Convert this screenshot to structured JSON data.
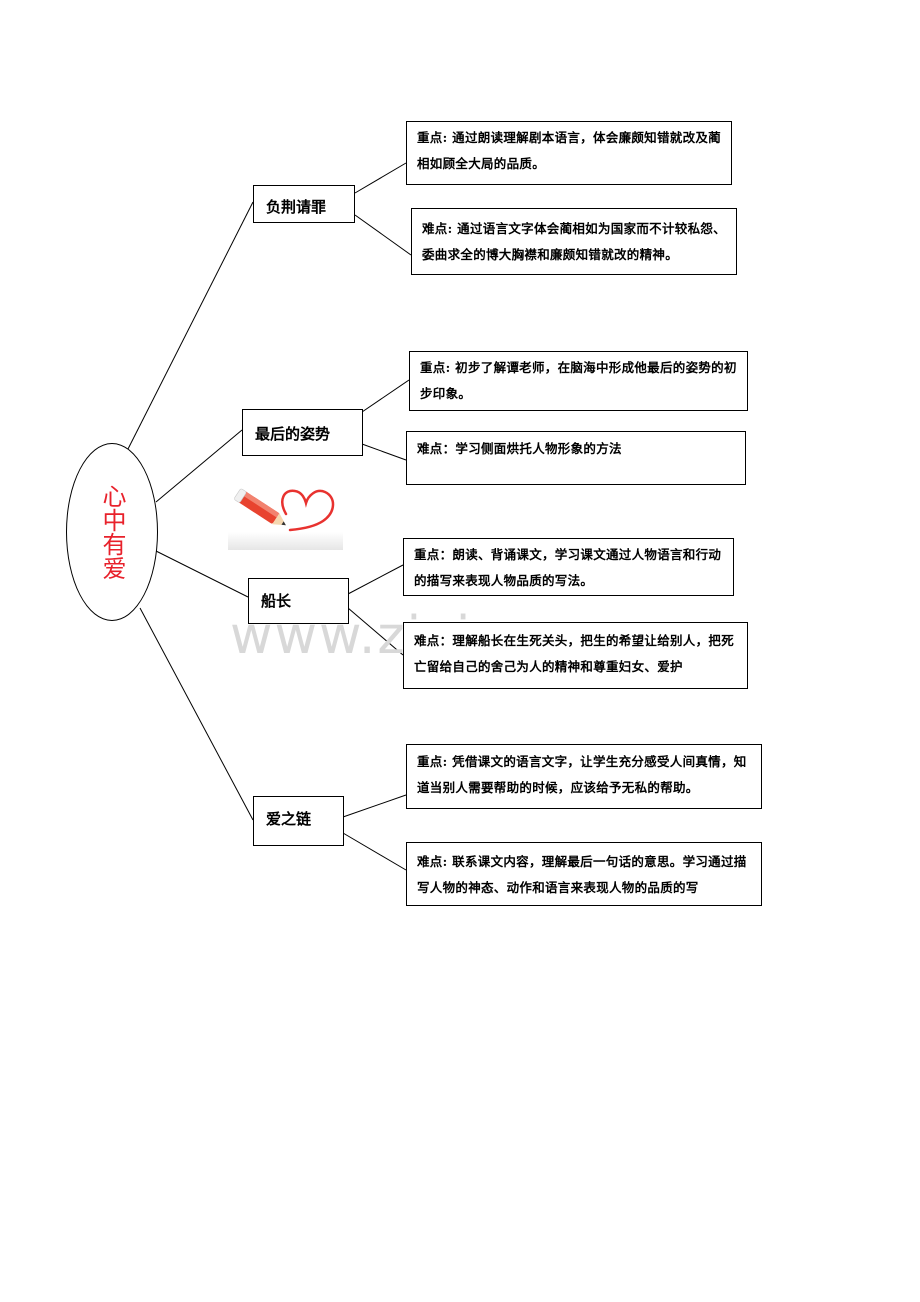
{
  "center": {
    "label": "心中有爱",
    "color": "#e8212b"
  },
  "watermark": "www.zixin.com.cn",
  "topics": [
    {
      "title": "负荆请罪",
      "key_point": "重点: 通过朗读理解剧本语言，体会廉颇知错就改及蔺相如顾全大局的品质。",
      "difficult_point": "难点: 通过语言文字体会蔺相如为国家而不计较私怨、委曲求全的博大胸襟和廉颇知错就改的精神。"
    },
    {
      "title": "最后的姿势",
      "key_point": "重点: 初步了解谭老师，在脑海中形成他最后的姿势的初步印象。",
      "difficult_point": "难点：学习侧面烘托人物形象的方法"
    },
    {
      "title": "船长",
      "key_point": "重点：朗读、背诵课文，学习课文通过人物语言和行动的描写来表现人物品质的写法。",
      "difficult_point": "难点：理解船长在生死关头，把生的希望让给别人，把死亡留给自己的舍己为人的精神和尊重妇女、爱护"
    },
    {
      "title": "爱之链",
      "key_point": "重点: 凭借课文的语言文字，让学生充分感受人间真情，知道当别人需要帮助的时候，应该给予无私的帮助。",
      "difficult_point": "难点: 联系课文内容，理解最后一句话的意思。学习通过描写人物的神态、动作和语言来表现人物的品质的写"
    }
  ]
}
